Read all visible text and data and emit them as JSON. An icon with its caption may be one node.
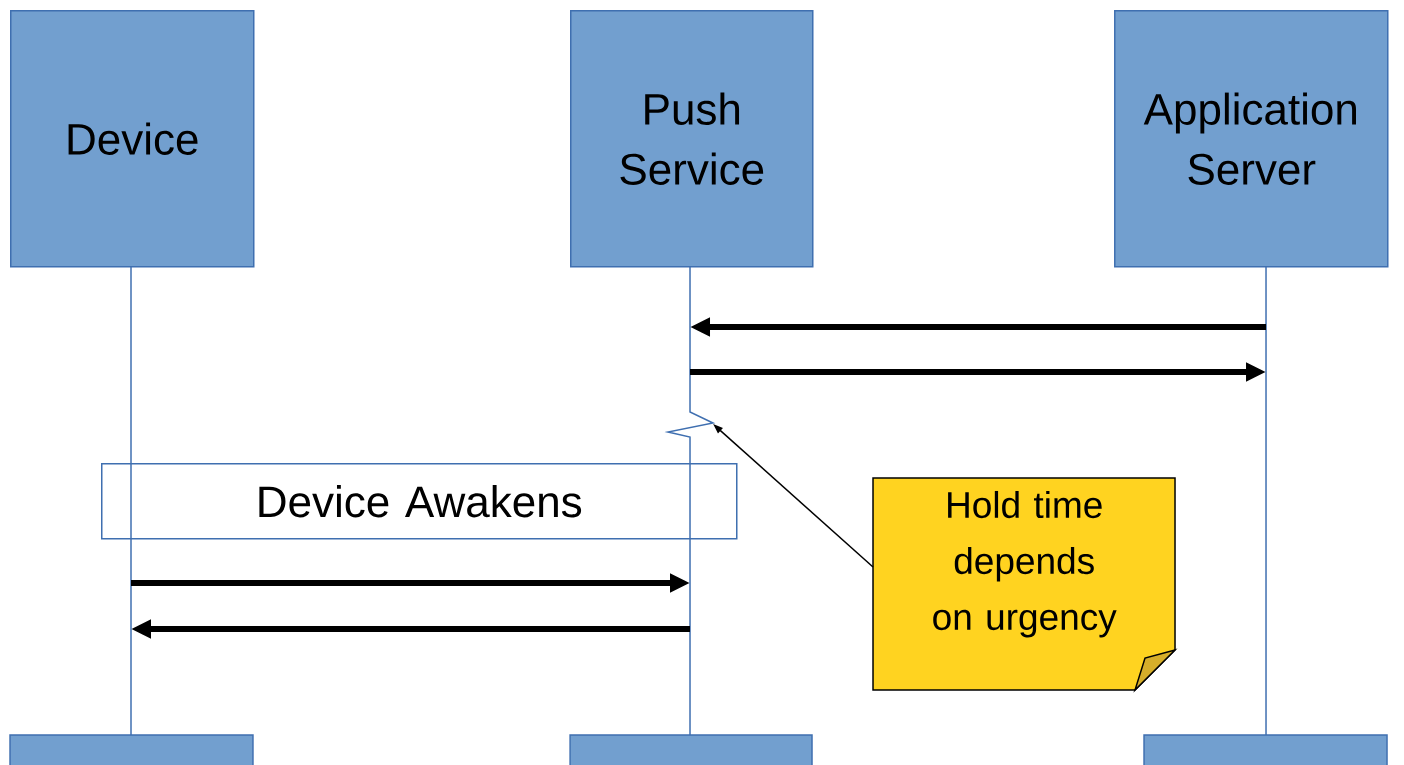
{
  "diagram": {
    "nodes": [
      {
        "text": [
          "Device"
        ]
      },
      {
        "text": [
          "Push Service"
        ]
      },
      {
        "text": [
          "Application Server"
        ]
      },
      {
        "text": [
          "Device Awakens"
        ]
      },
      {
        "text": [
          "Hold time depends on urgency"
        ]
      }
    ],
    "edges": [
      {
        "from": 2,
        "to": 1,
        "arrow": "to"
      },
      {
        "from": 1,
        "to": 2,
        "arrow": "to"
      },
      {
        "from": 0,
        "to": 1,
        "arrow": "to"
      },
      {
        "from": 1,
        "to": 0,
        "arrow": "to"
      },
      {
        "from": 4,
        "to": 1,
        "arrow": "to"
      }
    ]
  }
}
